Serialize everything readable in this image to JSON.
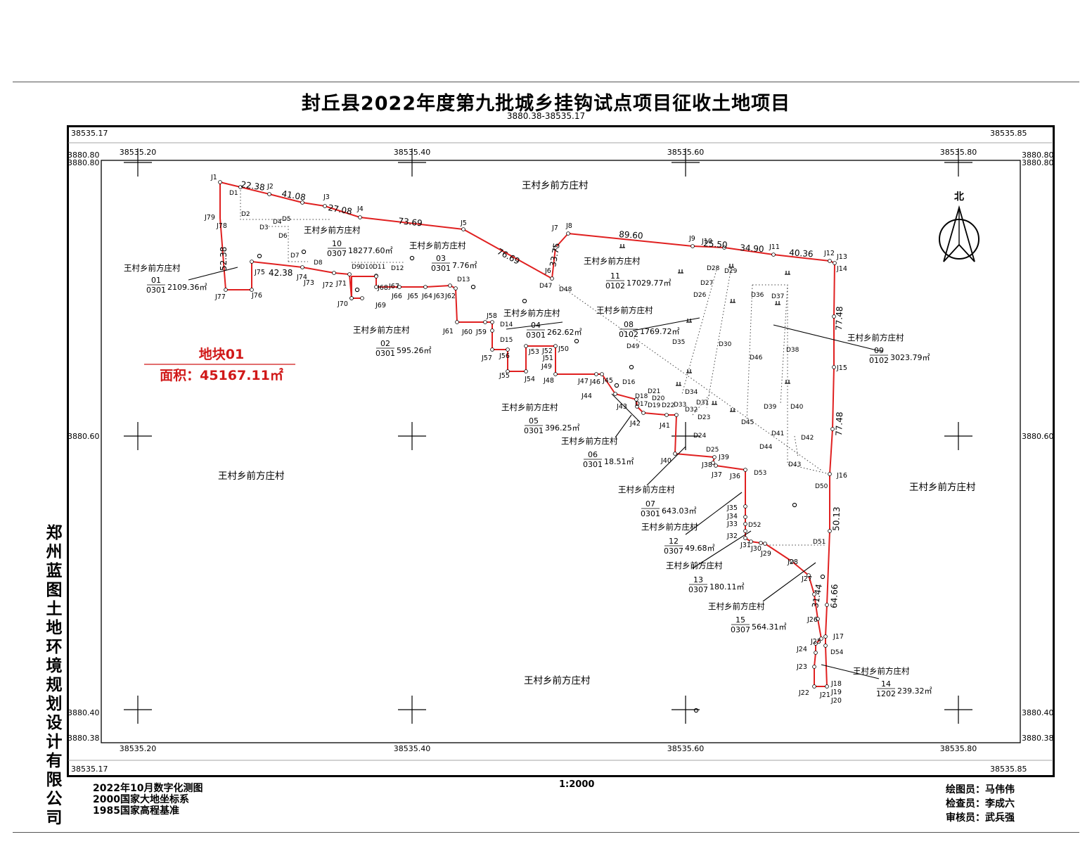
{
  "title": "封丘县2022年度第九批城乡挂钩试点项目征收土地项目",
  "subtitle": "3880.38-38535.17",
  "frame_corners": {
    "top_left": "38535.17",
    "top_right": "38535.85",
    "bottom_left": "38535.17",
    "bottom_right": "38535.85",
    "left_top_y": "3880.80",
    "left_bottom_y": "3880.38",
    "right_top_y": "3880.80",
    "right_bottom_y": "3880.38"
  },
  "grid": {
    "x_labels": [
      "38535.20",
      "38535.40",
      "38535.60",
      "38535.80"
    ],
    "y_labels": [
      "3880.80",
      "3880.60",
      "3880.40"
    ]
  },
  "block": {
    "name": "地块01",
    "area": "面积：45167.11㎡"
  },
  "north": "北",
  "village": "王村乡前方庄村",
  "parcels": [
    {
      "id": "01",
      "code": "0301",
      "area": "2109.36㎡"
    },
    {
      "id": "02",
      "code": "0301",
      "area": "595.26㎡"
    },
    {
      "id": "03",
      "code": "0301",
      "area": "7.76㎡"
    },
    {
      "id": "04",
      "code": "0301",
      "area": "262.62㎡"
    },
    {
      "id": "05",
      "code": "0301",
      "area": "396.25㎡"
    },
    {
      "id": "06",
      "code": "0301",
      "area": "18.51㎡"
    },
    {
      "id": "07",
      "code": "0301",
      "area": "643.03㎡"
    },
    {
      "id": "08",
      "code": "0102",
      "area": "1769.72㎡"
    },
    {
      "id": "09",
      "code": "0102",
      "area": "3023.79㎡"
    },
    {
      "id": "10",
      "code": "0307",
      "area": "18277.60㎡"
    },
    {
      "id": "11",
      "code": "0102",
      "area": "17029.77㎡"
    },
    {
      "id": "12",
      "code": "0307",
      "area": "49.68㎡"
    },
    {
      "id": "13",
      "code": "0307",
      "area": "180.11㎡"
    },
    {
      "id": "14",
      "code": "1202",
      "area": "239.32㎡"
    },
    {
      "id": "15",
      "code": "0307",
      "area": "564.31㎡"
    }
  ],
  "edge_lengths": [
    "22.38",
    "41.08",
    "27.08",
    "73.69",
    "76.69",
    "33.75",
    "89.60",
    "25.50",
    "34.90",
    "40.36",
    "77.48",
    "77.48",
    "50.13",
    "64.66",
    "31.44",
    "52.38",
    "42.38"
  ],
  "boundary_points": [
    "J1",
    "J2",
    "J3",
    "J4",
    "J5",
    "J6",
    "J7",
    "J8",
    "J9",
    "J10",
    "J11",
    "J12",
    "J13",
    "J14",
    "J15",
    "J16",
    "J17",
    "J18",
    "J19",
    "J20",
    "J21",
    "J22",
    "J23",
    "J24",
    "J25",
    "J26",
    "J27",
    "J28",
    "J29",
    "J30",
    "J31",
    "J32",
    "J33",
    "J34",
    "J35",
    "J36",
    "J37",
    "J38",
    "J39",
    "J40",
    "J41",
    "J42",
    "J43",
    "J44",
    "J45",
    "J46",
    "J47",
    "J48",
    "J49",
    "J50",
    "J51",
    "J52",
    "J53",
    "J54",
    "J55",
    "J56",
    "J57",
    "J58",
    "J59",
    "J60",
    "J61",
    "J62",
    "J63",
    "J64",
    "J65",
    "J66",
    "J67",
    "J68",
    "J69",
    "J70",
    "J71",
    "J72",
    "J73",
    "J74",
    "J75",
    "J76",
    "J77",
    "J78",
    "J79"
  ],
  "inner_points": [
    "D1",
    "D2",
    "D3",
    "D4",
    "D5",
    "D6",
    "D7",
    "D8",
    "D9",
    "D10",
    "D11",
    "D12",
    "D13",
    "D14",
    "D15",
    "D16",
    "D17",
    "D18",
    "D19",
    "D20",
    "D21",
    "D22",
    "D23",
    "D24",
    "D25",
    "D26",
    "D27",
    "D28",
    "D29",
    "D30",
    "D31",
    "D32",
    "D33",
    "D34",
    "D35",
    "D36",
    "D37",
    "D38",
    "D39",
    "D40",
    "D41",
    "D42",
    "D43",
    "D44",
    "D45",
    "D46",
    "D47",
    "D48",
    "D49",
    "D50",
    "D51",
    "D52",
    "D53",
    "D54"
  ],
  "scale": "1:2000",
  "footer_left": [
    "2022年10月数字化测图",
    "2000国家大地坐标系",
    "1985国家高程基准"
  ],
  "footer_right": [
    "绘图员：马伟伟",
    "检查员：李成六",
    "审核员：武兵强"
  ],
  "company": "郑州蓝图土地环境规划设计有限公司",
  "colors": {
    "boundary": "#e02020",
    "block_label": "#d01818",
    "ink": "#000000"
  }
}
